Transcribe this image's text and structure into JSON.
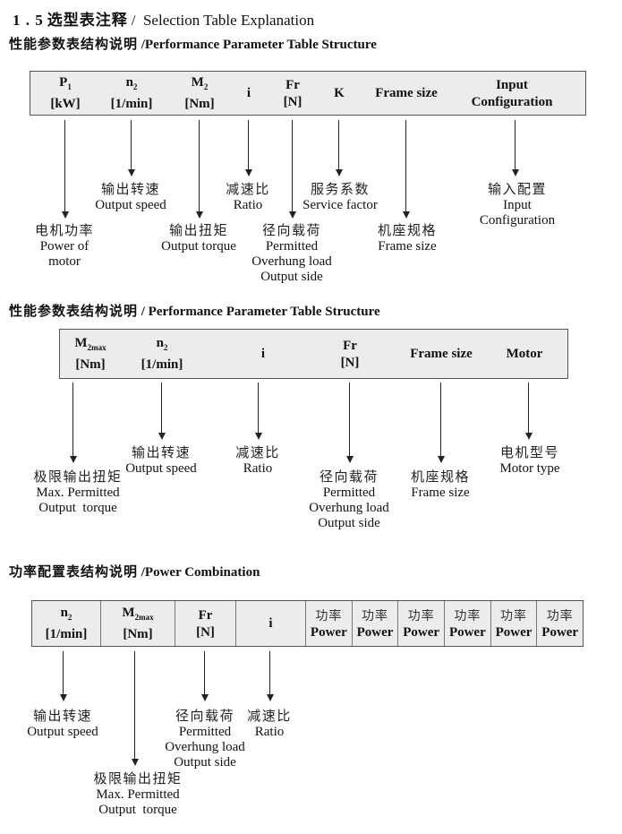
{
  "colors": {
    "table_bg": "#ececec",
    "table_border": "#555555",
    "text": "#111111",
    "arrow": "#222222"
  },
  "title": {
    "num": "1 . 5",
    "zh": "选型表注释",
    "en": "/  Selection Table Explanation"
  },
  "section1": {
    "heading_zh": "性能参数表结构说明",
    "heading_en": " /Performance Parameter Table Structure",
    "cols": {
      "p1": {
        "base": "P",
        "sub": "1",
        "unit": "[kW]"
      },
      "n2": {
        "base": "n",
        "sub": "2",
        "unit": "[1/min]"
      },
      "m2": {
        "base": "M",
        "sub": "2",
        "unit": "[Nm]"
      },
      "i": {
        "base": "i"
      },
      "fr": {
        "base": "Fr",
        "unit": "[N]"
      },
      "k": {
        "base": "K"
      },
      "frame": {
        "base": "Frame size"
      },
      "input": {
        "line1": "Input",
        "line2": "Configuration"
      }
    },
    "callouts": {
      "power": {
        "zh": "电机功率",
        "en1": "Power of",
        "en2": "motor"
      },
      "speed": {
        "zh": "输出转速",
        "en1": "Output speed"
      },
      "torque": {
        "zh": "输出扭矩",
        "en1": "Output torque"
      },
      "ratio": {
        "zh": "减速比",
        "en1": "Ratio"
      },
      "overhung": {
        "zh": "径向载荷",
        "en1": "Permitted",
        "en2": "Overhung load",
        "en3": "Output side"
      },
      "service": {
        "zh": "服务系数",
        "en1": "Service factor"
      },
      "frame": {
        "zh": "机座规格",
        "en1": "Frame size"
      },
      "input": {
        "zh": "输入配置",
        "en1": "Input",
        "en2": "Configuration"
      }
    }
  },
  "section2": {
    "heading_zh": "性能参数表结构说明",
    "heading_en": " / Performance Parameter Table Structure",
    "cols": {
      "m2max": {
        "base": "M",
        "sub": "2max",
        "unit": "[Nm]"
      },
      "n2": {
        "base": "n",
        "sub": "2",
        "unit": "[1/min]"
      },
      "i": {
        "base": "i"
      },
      "fr": {
        "base": "Fr",
        "unit": "[N]"
      },
      "frame": {
        "base": "Frame size"
      },
      "motor": {
        "base": "Motor"
      }
    },
    "callouts": {
      "maxtorque": {
        "zh": "极限输出扭矩",
        "en1": "Max. Permitted",
        "en2": "Output  torque"
      },
      "speed": {
        "zh": "输出转速",
        "en1": "Output speed"
      },
      "ratio": {
        "zh": "减速比",
        "en1": "Ratio"
      },
      "overhung": {
        "zh": "径向载荷",
        "en1": "Permitted",
        "en2": "Overhung load",
        "en3": "Output side"
      },
      "frame": {
        "zh": "机座规格",
        "en1": "Frame size"
      },
      "motortype": {
        "zh": "电机型号",
        "en1": "Motor type"
      }
    }
  },
  "section3": {
    "heading_zh": "功率配置表结构说明",
    "heading_en": " /Power Combination",
    "cols": {
      "n2": {
        "base": "n",
        "sub": "2",
        "unit": "[1/min]"
      },
      "m2max": {
        "base": "M",
        "sub": "2max",
        "unit": "[Nm]"
      },
      "fr": {
        "base": "Fr",
        "unit": "[N]"
      },
      "i": {
        "base": "i"
      }
    },
    "powers": [
      {
        "zh": "功率",
        "en": "Power"
      },
      {
        "zh": "功率",
        "en": "Power"
      },
      {
        "zh": "功率",
        "en": "Power"
      },
      {
        "zh": "功率",
        "en": "Power"
      },
      {
        "zh": "功率",
        "en": "Power"
      },
      {
        "zh": "功率",
        "en": "Power"
      }
    ],
    "callouts": {
      "speed": {
        "zh": "输出转速",
        "en1": "Output speed"
      },
      "maxtorque": {
        "zh": "极限输出扭矩",
        "en1": "Max. Permitted",
        "en2": "Output  torque"
      },
      "overhung": {
        "zh": "径向载荷",
        "en1": "Permitted",
        "en2": "Overhung load",
        "en3": "Output side"
      },
      "ratio": {
        "zh": "减速比",
        "en1": "Ratio"
      }
    }
  }
}
